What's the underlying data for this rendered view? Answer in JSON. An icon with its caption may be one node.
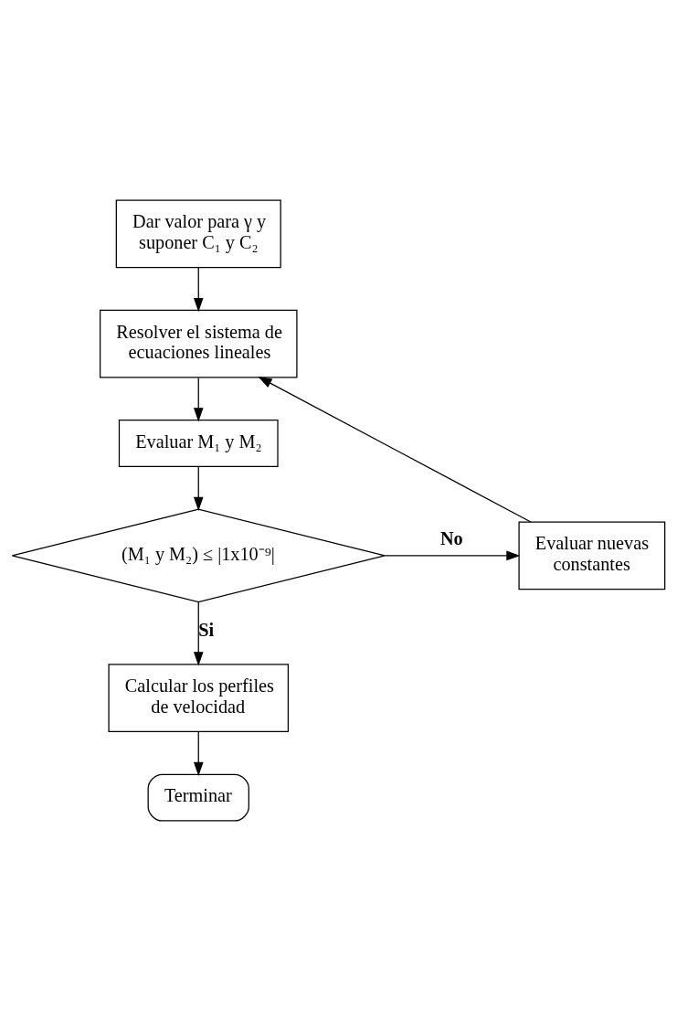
{
  "diagram": {
    "nodes": [
      {
        "text": [
          "Dar valor para γ y suponer C₁ y C₂"
        ]
      },
      {
        "text": [
          "Resolver el sistema de ecuaciones lineales"
        ]
      },
      {
        "text": [
          "Evaluar M₁ y M₂"
        ]
      },
      {
        "text": [
          "(M₁ y M₂) ≤ |1x10⁻⁹|"
        ]
      },
      {
        "text": [
          "Evaluar nuevas constantes"
        ]
      },
      {
        "text": [
          "Calcular los perfiles de velocidad"
        ]
      },
      {
        "text": [
          "Terminar"
        ]
      }
    ],
    "edges": [
      {
        "from": 0,
        "to": 1,
        "arrow": "to"
      },
      {
        "from": 1,
        "to": 2,
        "arrow": "to"
      },
      {
        "from": 2,
        "to": 3,
        "arrow": "to"
      },
      {
        "from": 3,
        "to": 4,
        "arrow": "to",
        "label": "No"
      },
      {
        "from": 4,
        "to": 1,
        "arrow": "to"
      },
      {
        "from": 3,
        "to": 5,
        "arrow": "to",
        "label": "Si"
      },
      {
        "from": 5,
        "to": 6,
        "arrow": "to"
      }
    ]
  }
}
